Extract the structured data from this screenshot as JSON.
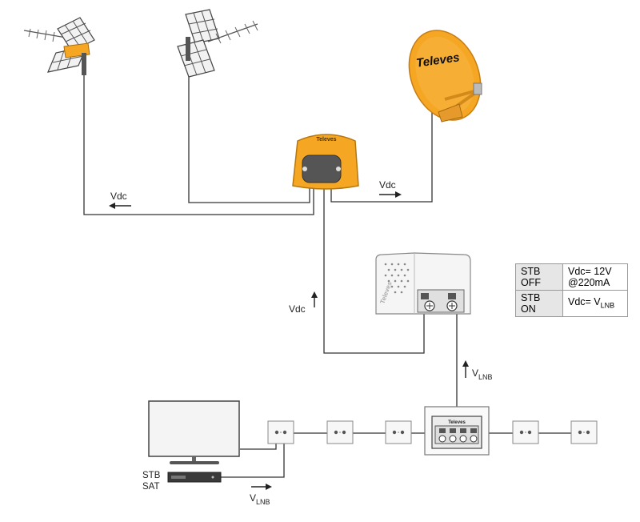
{
  "dish": {
    "brand": "Televes"
  },
  "amplifier": {
    "brand": "Televes"
  },
  "labels": {
    "vdc_left": "Vdc",
    "vdc_right": "Vdc",
    "vdc_vertical": "Vdc",
    "vlnb_main": "V",
    "vlnb_sub": "LNB",
    "vlnb_bottom_main": "V",
    "vlnb_bottom_sub": "LNB",
    "stb_line1": "STB",
    "stb_line2": "SAT"
  },
  "legend": {
    "rows": [
      {
        "state": "STB OFF",
        "value_line1": "Vdc= 12V",
        "value_line2": "@220mA",
        "value_sub": ""
      },
      {
        "state": "STB ON",
        "value_line1": "Vdc= V",
        "value_line2": "",
        "value_sub": "LNB"
      }
    ]
  },
  "colors": {
    "accent_orange": "#f5a623",
    "line": "#333333"
  }
}
